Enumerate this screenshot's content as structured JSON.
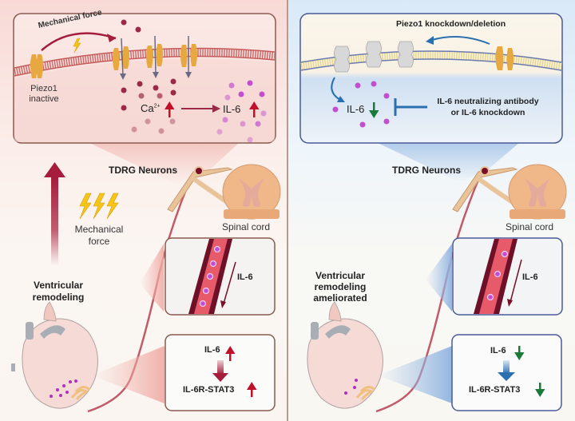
{
  "left_panel": {
    "theme": "pathological",
    "accent_color": "#a51c3c",
    "inset_top": {
      "mechanical_force_label": "Mechanical force",
      "piezo_label_line1": "Piezo1",
      "piezo_label_line2": "inactive",
      "calcium_label": "Ca",
      "calcium_superscript": "2+",
      "calcium_trend": "up",
      "il6_label": "IL-6",
      "il6_trend": "up"
    },
    "tdrg_label": "TDRG Neurons",
    "spinal_cord_label": "Spinal cord",
    "mechanical_force_line1": "Mechanical",
    "mechanical_force_line2": "force",
    "outcome_line1": "Ventricular",
    "outcome_line2": "remodeling",
    "vessel_inset": {
      "label": "IL-6"
    },
    "signaling_inset": {
      "top_label": "IL-6",
      "top_trend": "up",
      "bottom_label": "IL-6R-STAT3",
      "bottom_trend": "up"
    }
  },
  "right_panel": {
    "theme": "intervention",
    "accent_color": "#2a6fb0",
    "inset_top": {
      "knockdown_label": "Piezo1 knockdown/deletion",
      "il6_label": "IL-6",
      "il6_trend": "down",
      "inhibitor_line1": "IL-6 neutralizing antibody",
      "inhibitor_line2": "or IL-6 knockdown"
    },
    "tdrg_label": "TDRG Neurons",
    "spinal_cord_label": "Spinal cord",
    "outcome_line1": "Ventricular",
    "outcome_line2": "remodeling",
    "outcome_line3": "ameliorated",
    "vessel_inset": {
      "label": "IL-6"
    },
    "signaling_inset": {
      "top_label": "IL-6",
      "top_trend": "down",
      "bottom_label": "IL-6R-STAT3",
      "bottom_trend": "down"
    }
  },
  "colors": {
    "up_arrow": "#c0102a",
    "down_arrow": "#1b7a3a",
    "il6_particle": "#c24fd0",
    "ca_particle": "#9b2a48",
    "piezo_channel": "#e8a840"
  }
}
